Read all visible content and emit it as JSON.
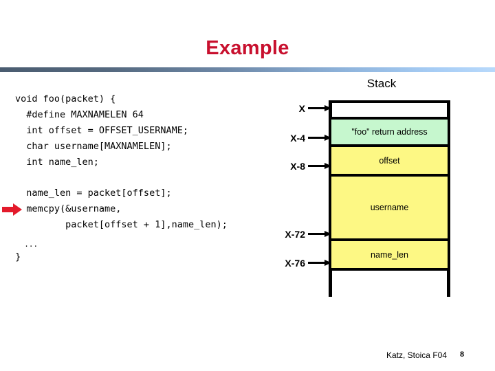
{
  "slide": {
    "title": "Example",
    "page_number": "8",
    "credit": "Katz, Stoica F04",
    "accent_color": "#c8102e",
    "rule_gradient_from": "#4a5c70",
    "rule_gradient_to": "#b8d9fb"
  },
  "code": {
    "lines": [
      "void foo(packet) {",
      "  #define MAXNAMELEN 64",
      "  int offset = OFFSET_USERNAME;",
      "  char username[MAXNAMELEN];",
      "  int name_len;",
      "  name_len = packet[offset];",
      "  memcpy(&username,",
      "         packet[offset + 1],name_len);",
      "  ...",
      " }"
    ],
    "marker_icon": "red-right-arrow",
    "marker_target_line": "memcpy(&username,"
  },
  "stack": {
    "label": "Stack",
    "cells": [
      {
        "name": "return-address",
        "text": "\"foo\" return address",
        "color": "#c6f7ce"
      },
      {
        "name": "offset",
        "text": "offset",
        "color": "#fdf884"
      },
      {
        "name": "username",
        "text": "username",
        "color": "#fdf884"
      },
      {
        "name": "name-len",
        "text": "name_len",
        "color": "#fdf884"
      }
    ],
    "addresses": [
      {
        "name": "x",
        "label": "X"
      },
      {
        "name": "x-4",
        "label": "X-4"
      },
      {
        "name": "x-8",
        "label": "X-8"
      },
      {
        "name": "x-72",
        "label": "X-72"
      },
      {
        "name": "x-76",
        "label": "X-76"
      }
    ]
  }
}
